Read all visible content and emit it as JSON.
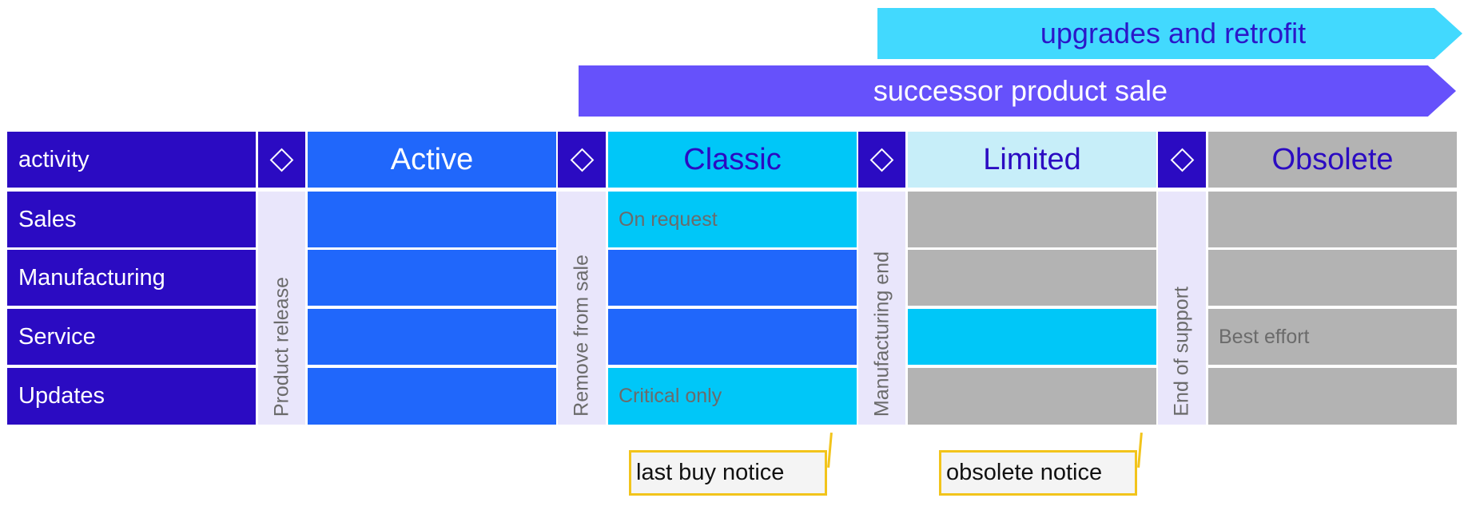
{
  "colors": {
    "header_dark": "#2b0bc2",
    "active_blue": "#2067fb",
    "classic_cyan": "#00c7f8",
    "limited_light": "#c7eef9",
    "obsolete_gray": "#b3b3b3",
    "milestone_bg": "#e9e6fb",
    "upgrades_arrow": "#42d9fe",
    "successor_arrow": "#6651fb",
    "notice_border": "#f2c41b"
  },
  "arrows": {
    "upgrades": "upgrades and retrofit",
    "successor": "successor product sale"
  },
  "header": {
    "activity": "activity",
    "milestone_icon": "diamond-icon",
    "phases": [
      "Active",
      "Classic",
      "Limited",
      "Obsolete"
    ]
  },
  "rows": [
    "Sales",
    "Manufacturing",
    "Service",
    "Updates"
  ],
  "milestones": [
    "Product release",
    "Remove from sale",
    "Manufacturing end",
    "End of support"
  ],
  "cells": {
    "classic_sales": "On request",
    "classic_updates": "Critical only",
    "obsolete_service": "Best effort"
  },
  "notices": {
    "last_buy": "last buy notice",
    "obsolete": "obsolete notice"
  }
}
